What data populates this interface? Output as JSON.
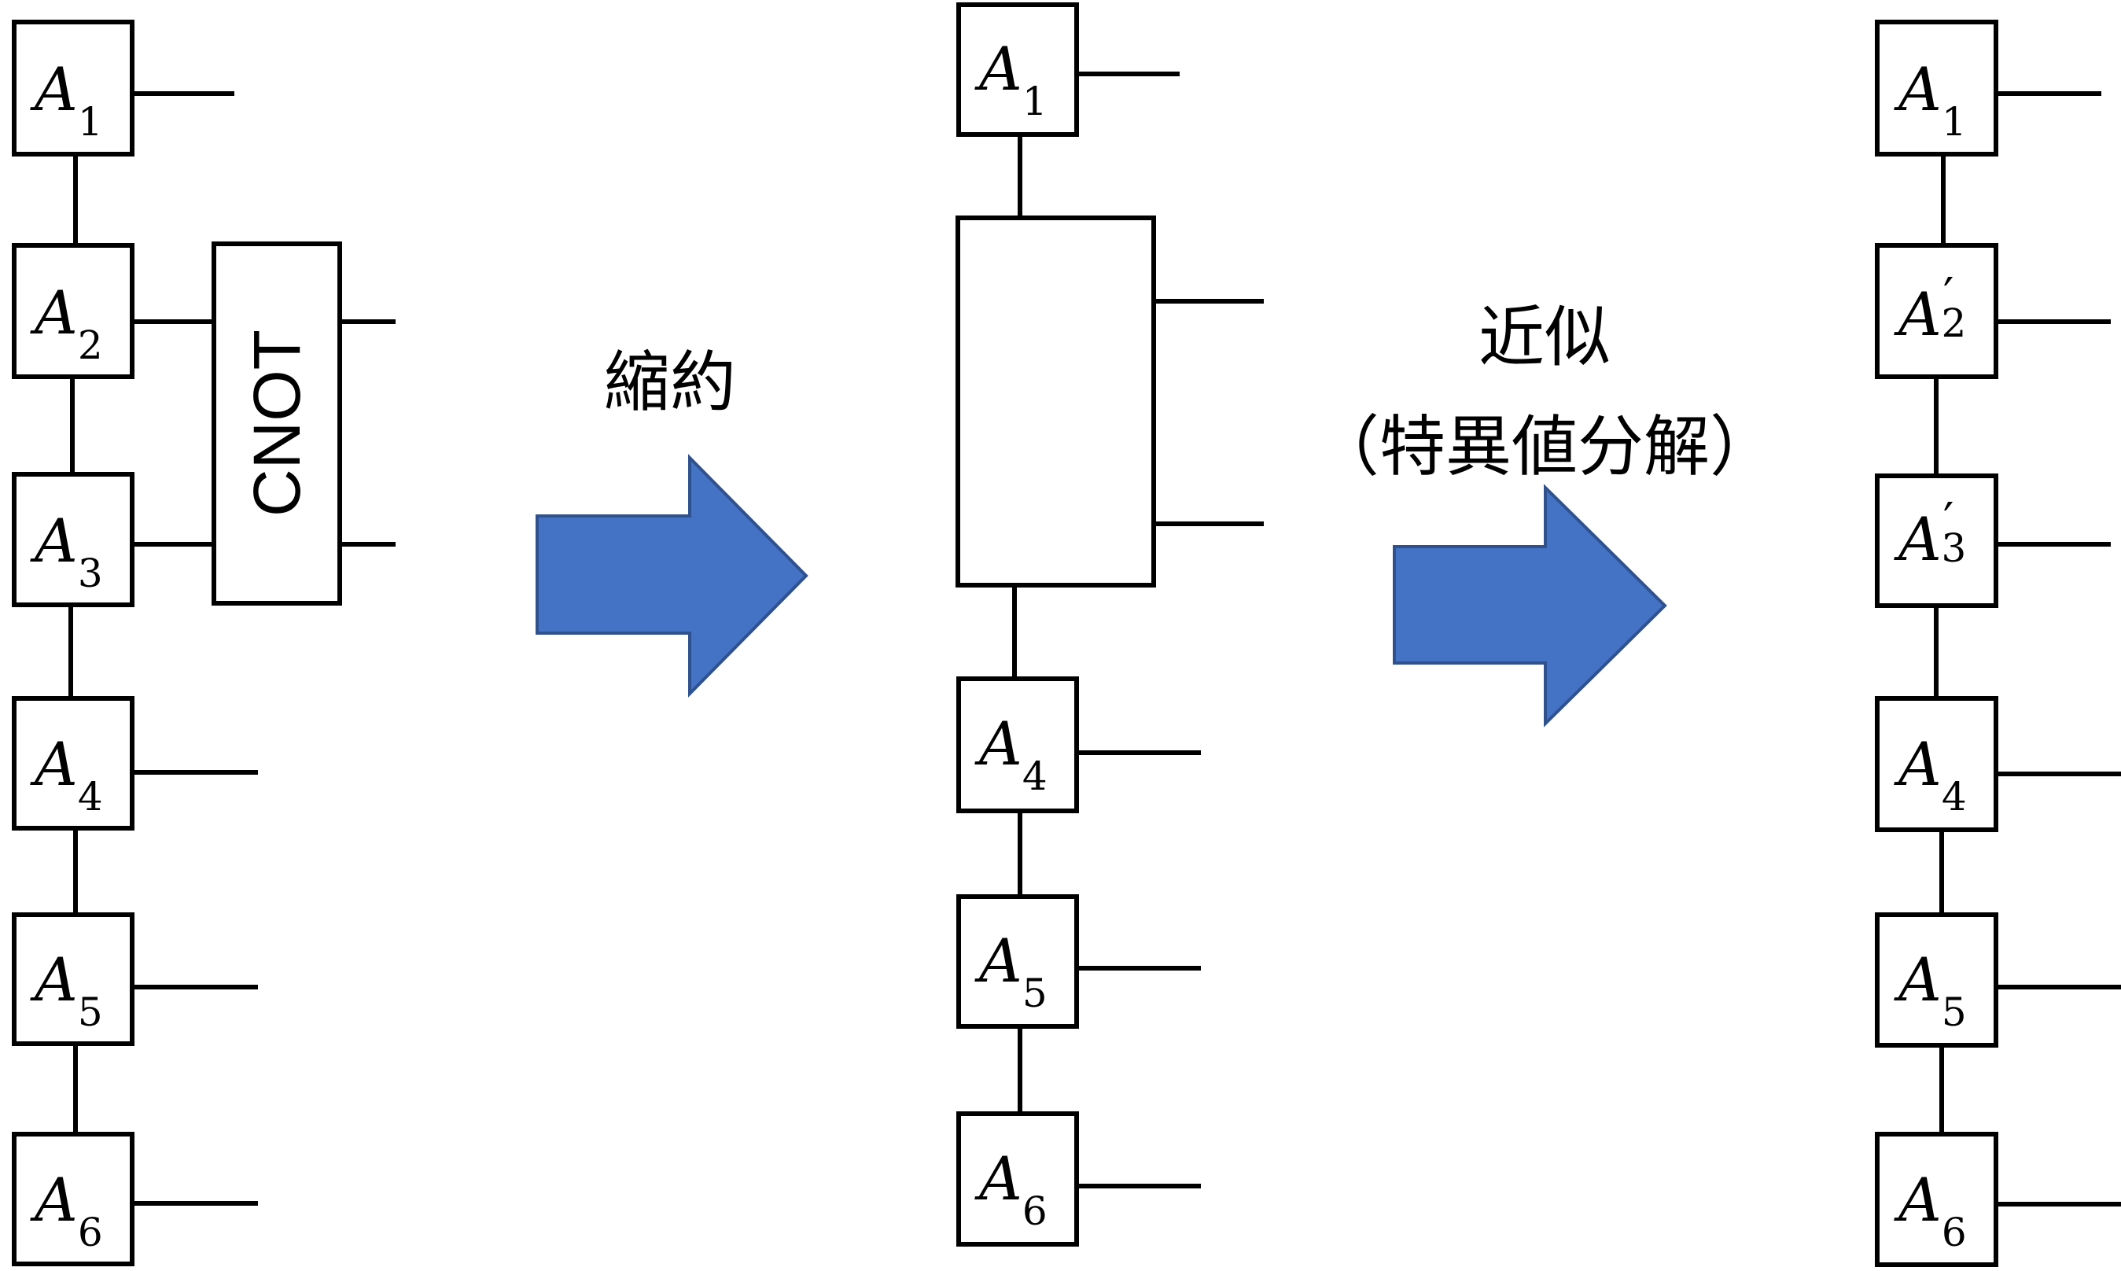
{
  "colors": {
    "arrow_fill": "#4472C4",
    "arrow_stroke": "#2F528F",
    "line": "#000000"
  },
  "left_chain": {
    "tensors": [
      {
        "base": "A",
        "sub": "1",
        "prime": ""
      },
      {
        "base": "A",
        "sub": "2",
        "prime": ""
      },
      {
        "base": "A",
        "sub": "3",
        "prime": ""
      },
      {
        "base": "A",
        "sub": "4",
        "prime": ""
      },
      {
        "base": "A",
        "sub": "5",
        "prime": ""
      },
      {
        "base": "A",
        "sub": "6",
        "prime": ""
      }
    ],
    "gate_label": "CNOT"
  },
  "step1_label": "縮約",
  "middle_chain": {
    "tensors": [
      {
        "base": "A",
        "sub": "1",
        "prime": ""
      },
      {
        "base": "A",
        "sub": "4",
        "prime": ""
      },
      {
        "base": "A",
        "sub": "5",
        "prime": ""
      },
      {
        "base": "A",
        "sub": "6",
        "prime": ""
      }
    ]
  },
  "step2_label_line1": "近似",
  "step2_label_line2": "（特異値分解）",
  "right_chain": {
    "tensors": [
      {
        "base": "A",
        "sub": "1",
        "prime": ""
      },
      {
        "base": "A",
        "sub": "2",
        "prime": "′"
      },
      {
        "base": "A",
        "sub": "3",
        "prime": "′"
      },
      {
        "base": "A",
        "sub": "4",
        "prime": ""
      },
      {
        "base": "A",
        "sub": "5",
        "prime": ""
      },
      {
        "base": "A",
        "sub": "6",
        "prime": ""
      }
    ]
  }
}
